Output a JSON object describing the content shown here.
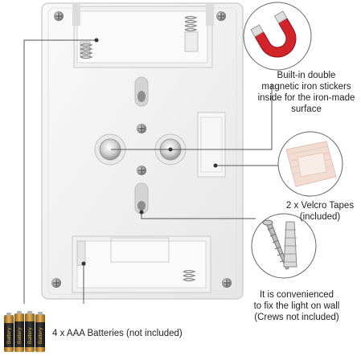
{
  "callouts": {
    "magnet": {
      "lines": [
        "Built-in double",
        "magnetic iron stickers",
        "inside for the iron-made",
        "surface"
      ]
    },
    "velcro": {
      "lines": [
        "2 x Velcro Tapes",
        "(included)"
      ]
    },
    "wall": {
      "lines": [
        "It is convenienced",
        "to fix the light on wall",
        "(Crews not included)"
      ]
    },
    "battery": {
      "lines": [
        "4 x AAA Batteries (not included)"
      ]
    }
  },
  "battery_brand_text": "Battery",
  "colors": {
    "magnet_red": "#d3242c",
    "battery_gold": "#c9872a",
    "battery_dark": "#2a2a2a",
    "line": "#555555",
    "case_white": "#f4f4f4"
  }
}
